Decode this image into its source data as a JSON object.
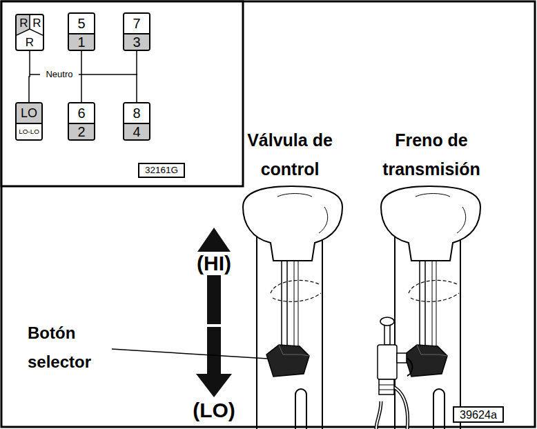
{
  "diagram": {
    "nodes": [
      {
        "text": [
          "R",
          "R",
          "R"
        ]
      },
      {
        "text": [
          "5",
          "1"
        ]
      },
      {
        "text": [
          "7",
          "3"
        ]
      },
      {
        "text": [
          "LO",
          "LO-LO"
        ]
      },
      {
        "text": [
          "6",
          "2"
        ]
      },
      {
        "text": [
          "8",
          "4"
        ]
      },
      {
        "text": [
          "32161G"
        ]
      },
      {
        "text": [
          "39624a"
        ]
      }
    ],
    "edges": [
      {
        "from": 0,
        "to": 3,
        "arrow": "none"
      },
      {
        "from": 1,
        "to": 4,
        "arrow": "none"
      },
      {
        "from": 2,
        "to": 5,
        "arrow": "none"
      }
    ],
    "labels": [
      "Neutro",
      "Válvula de control",
      "Freno de transmisión",
      "(HI)",
      "(LO)",
      "Botón selector"
    ]
  }
}
